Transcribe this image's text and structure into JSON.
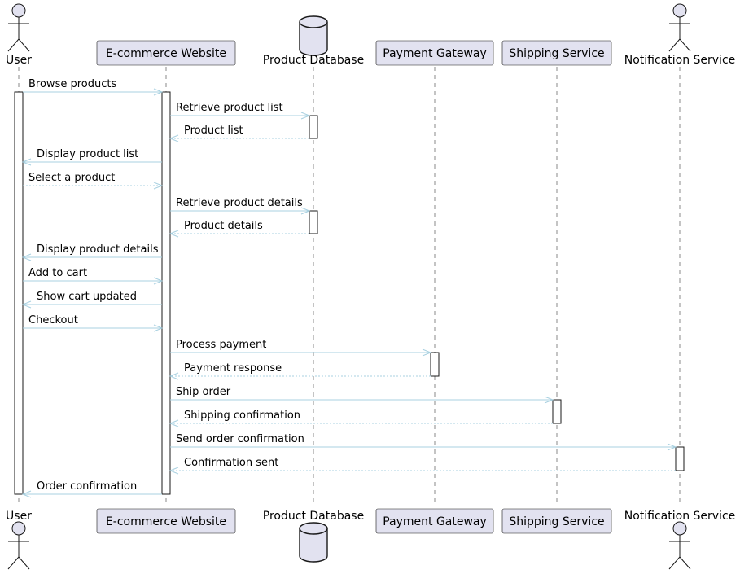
{
  "participants": [
    {
      "id": "user",
      "label": "User",
      "kind": "actor"
    },
    {
      "id": "web",
      "label": "E-commerce Website",
      "kind": "participant"
    },
    {
      "id": "db",
      "label": "Product Database",
      "kind": "database"
    },
    {
      "id": "pay",
      "label": "Payment Gateway",
      "kind": "participant"
    },
    {
      "id": "ship",
      "label": "Shipping Service",
      "kind": "participant"
    },
    {
      "id": "notif",
      "label": "Notification Service",
      "kind": "actor"
    }
  ],
  "messages": [
    {
      "from": "user",
      "to": "web",
      "label": "Browse products",
      "style": "solid"
    },
    {
      "from": "web",
      "to": "db",
      "label": "Retrieve product list",
      "style": "solid"
    },
    {
      "from": "db",
      "to": "web",
      "label": "Product list",
      "style": "dashed"
    },
    {
      "from": "web",
      "to": "user",
      "label": "Display product list",
      "style": "solid"
    },
    {
      "from": "user",
      "to": "web",
      "label": "Select a product",
      "style": "dashed"
    },
    {
      "from": "web",
      "to": "db",
      "label": "Retrieve product details",
      "style": "solid"
    },
    {
      "from": "db",
      "to": "web",
      "label": "Product details",
      "style": "dashed"
    },
    {
      "from": "web",
      "to": "user",
      "label": "Display product details",
      "style": "solid"
    },
    {
      "from": "user",
      "to": "web",
      "label": "Add to cart",
      "style": "solid"
    },
    {
      "from": "web",
      "to": "user",
      "label": "Show cart updated",
      "style": "solid"
    },
    {
      "from": "user",
      "to": "web",
      "label": "Checkout",
      "style": "solid"
    },
    {
      "from": "web",
      "to": "pay",
      "label": "Process payment",
      "style": "solid"
    },
    {
      "from": "pay",
      "to": "web",
      "label": "Payment response",
      "style": "dashed"
    },
    {
      "from": "web",
      "to": "ship",
      "label": "Ship order",
      "style": "solid"
    },
    {
      "from": "ship",
      "to": "web",
      "label": "Shipping confirmation",
      "style": "dashed"
    },
    {
      "from": "web",
      "to": "notif",
      "label": "Send order confirmation",
      "style": "solid"
    },
    {
      "from": "notif",
      "to": "web",
      "label": "Confirmation sent",
      "style": "dashed"
    },
    {
      "from": "web",
      "to": "user",
      "label": "Order confirmation",
      "style": "solid"
    }
  ],
  "colors": {
    "participant_fill": "#E2E2F0",
    "participant_border": "#181818",
    "arrow": "#A8D0E0",
    "lifeline": "#888888"
  }
}
